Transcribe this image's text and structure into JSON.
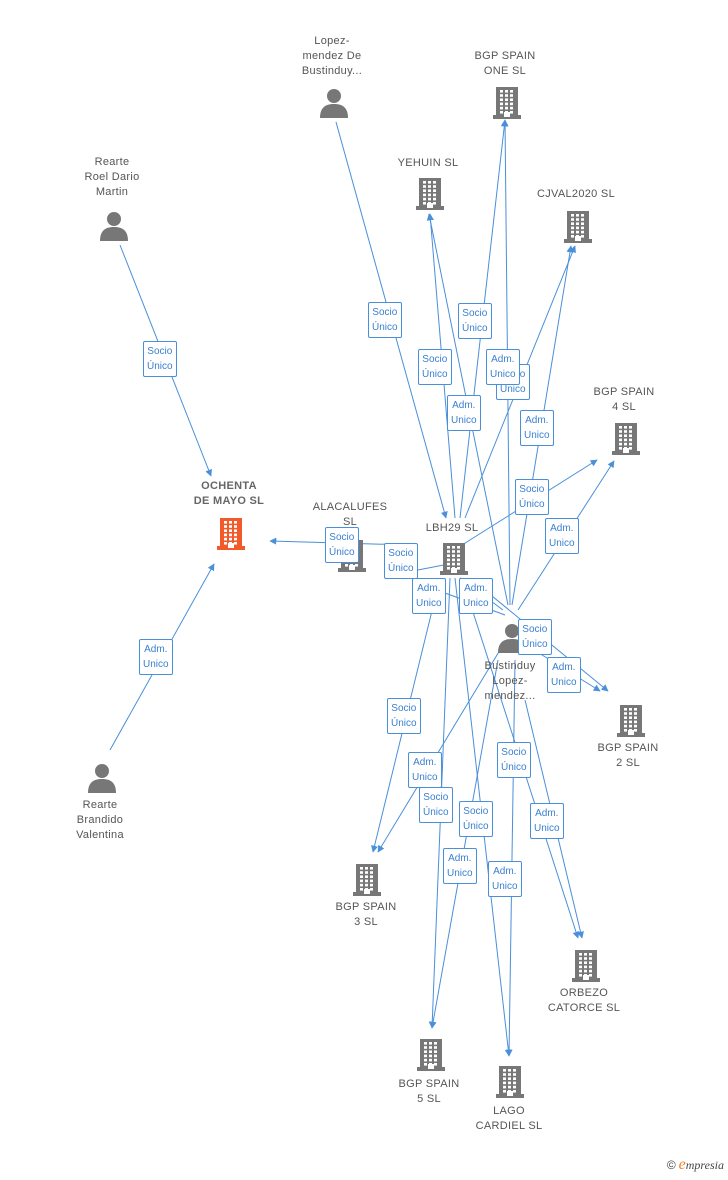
{
  "colors": {
    "edge": "#4a8fd9",
    "building": "#777777",
    "focus_building": "#f25a2a",
    "person": "#777777"
  },
  "nodes": [
    {
      "id": "ochenta",
      "label": "OCHENTA\nDE MAYO  SL",
      "kind": "company",
      "focus": true
    },
    {
      "id": "lopez",
      "label": "Lopez-\nmendez De\nBustinduy...",
      "kind": "person"
    },
    {
      "id": "bgp_one",
      "label": "BGP SPAIN\nONE  SL",
      "kind": "company"
    },
    {
      "id": "rearte_roel",
      "label": "Rearte\nRoel Dario\nMartin",
      "kind": "person"
    },
    {
      "id": "yehuin",
      "label": "YEHUIN  SL",
      "kind": "company"
    },
    {
      "id": "cjval",
      "label": "CJVAL2020  SL",
      "kind": "company"
    },
    {
      "id": "bgp4",
      "label": "BGP SPAIN\n4  SL",
      "kind": "company"
    },
    {
      "id": "alacalufes",
      "label": "ALACALUFES\nSL",
      "kind": "company"
    },
    {
      "id": "lbh29",
      "label": "LBH29  SL",
      "kind": "company"
    },
    {
      "id": "bustinduy",
      "label": "Bustinduy\nLopez-\nmendez...",
      "kind": "person"
    },
    {
      "id": "bgp2",
      "label": "BGP SPAIN\n2  SL",
      "kind": "company"
    },
    {
      "id": "rearte_brandido",
      "label": "Rearte\nBrandido\nValentina",
      "kind": "person"
    },
    {
      "id": "bgp3",
      "label": "BGP SPAIN\n3  SL",
      "kind": "company"
    },
    {
      "id": "orbezo",
      "label": "ORBEZO\nCATORCE  SL",
      "kind": "company"
    },
    {
      "id": "bgp5",
      "label": "BGP SPAIN\n5  SL",
      "kind": "company"
    },
    {
      "id": "lago",
      "label": "LAGO\nCARDIEL  SL",
      "kind": "company"
    }
  ],
  "edges": [
    {
      "from": "rearte_roel",
      "to": "ochenta",
      "label": "Socio\nÚnico"
    },
    {
      "from": "rearte_brandido",
      "to": "ochenta",
      "label": "Adm.\nUnico"
    },
    {
      "from": "alacalufes",
      "to": "ochenta",
      "label": "Socio\nÚnico"
    },
    {
      "from": "lopez",
      "to": "lbh29",
      "label": "Socio\nÚnico"
    },
    {
      "from": "lbh29",
      "to": "alacalufes",
      "label": "Socio\nÚnico"
    },
    {
      "from": "lbh29",
      "to": "yehuin",
      "label": "Socio\nÚnico"
    },
    {
      "from": "lbh29",
      "to": "bgp_one",
      "label": "Socio\nÚnico"
    },
    {
      "from": "lbh29",
      "to": "cjval",
      "label": "Socio\nÚnico"
    },
    {
      "from": "bustinduy",
      "to": "yehuin",
      "label": "Adm.\nUnico"
    },
    {
      "from": "bustinduy",
      "to": "bgp_one",
      "label": "Adm.\nUnico"
    },
    {
      "from": "bustinduy",
      "to": "cjval",
      "label": "Adm.\nUnico"
    },
    {
      "from": "lbh29",
      "to": "bgp4",
      "label": "Socio\nÚnico"
    },
    {
      "from": "bustinduy",
      "to": "bgp4",
      "label": "Adm.\nUnico"
    },
    {
      "from": "bustinduy",
      "to": "alacalufes",
      "label": "Adm.\nUnico"
    },
    {
      "from": "bustinduy",
      "to": "lbh29",
      "label": "Adm.\nUnico"
    },
    {
      "from": "lbh29",
      "to": "bgp2",
      "label": "Socio\nÚnico"
    },
    {
      "from": "bustinduy",
      "to": "bgp2",
      "label": "Adm.\nUnico"
    },
    {
      "from": "lbh29",
      "to": "bgp3",
      "label": "Socio\nÚnico"
    },
    {
      "from": "bustinduy",
      "to": "bgp3",
      "label": "Adm.\nUnico"
    },
    {
      "from": "lbh29",
      "to": "bgp5",
      "label": "Socio\nÚnico"
    },
    {
      "from": "bustinduy",
      "to": "bgp5",
      "label": "Adm.\nUnico"
    },
    {
      "from": "lbh29",
      "to": "lago",
      "label": "Socio\nÚnico"
    },
    {
      "from": "bustinduy",
      "to": "lago",
      "label": "Adm.\nUnico"
    },
    {
      "from": "lbh29",
      "to": "orbezo",
      "label": "Socio\nÚnico"
    },
    {
      "from": "bustinduy",
      "to": "orbezo",
      "label": "Adm.\nUnico"
    }
  ],
  "footer": {
    "copyright": "©",
    "brand_initial": "e",
    "brand_rest": "mpresia"
  }
}
